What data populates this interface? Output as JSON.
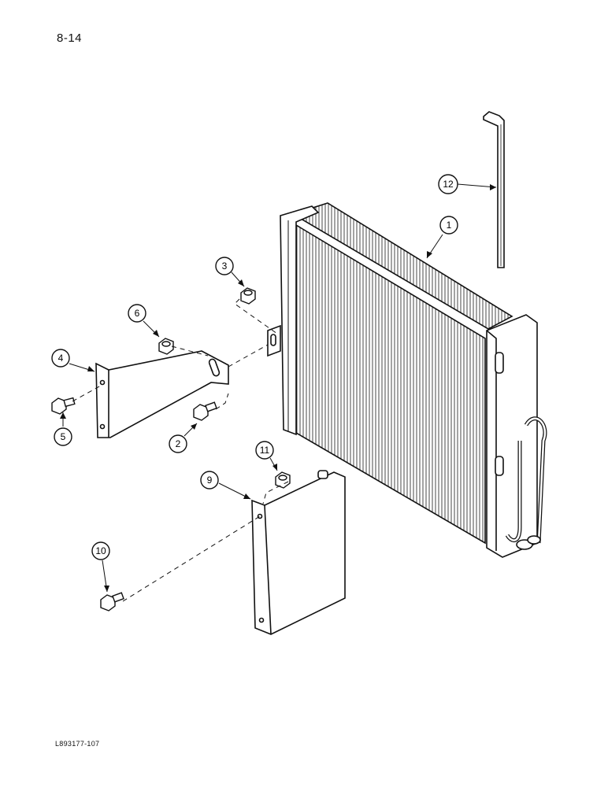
{
  "page": {
    "number": "8-14",
    "figure_code": "L893177-107"
  },
  "callouts": [
    {
      "id": "c1",
      "label": "1"
    },
    {
      "id": "c2",
      "label": "2"
    },
    {
      "id": "c3",
      "label": "3"
    },
    {
      "id": "c4",
      "label": "4"
    },
    {
      "id": "c5",
      "label": "5"
    },
    {
      "id": "c6",
      "label": "6"
    },
    {
      "id": "c9",
      "label": "9"
    },
    {
      "id": "c10",
      "label": "10"
    },
    {
      "id": "c11",
      "label": "11"
    },
    {
      "id": "c12",
      "label": "12"
    }
  ]
}
